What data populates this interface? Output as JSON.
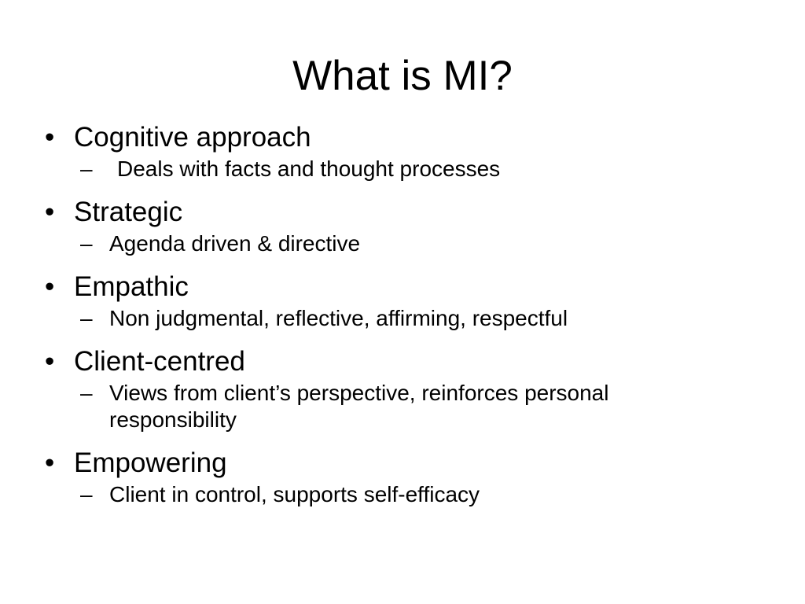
{
  "slide": {
    "title": "What is MI?",
    "bullet_marker": "•",
    "sub_marker": "–",
    "items": [
      {
        "text": "Cognitive approach",
        "sub": [
          " Deals with facts and thought processes"
        ]
      },
      {
        "text": "Strategic",
        "sub": [
          "Agenda driven & directive"
        ]
      },
      {
        "text": "Empathic",
        "sub": [
          "Non judgmental, reflective, affirming, respectful"
        ]
      },
      {
        "text": "Client-centred",
        "sub": [
          "Views from client’s perspective, reinforces personal responsibility"
        ]
      },
      {
        "text": "Empowering",
        "sub": [
          "Client in control, supports self-efficacy"
        ]
      }
    ]
  }
}
